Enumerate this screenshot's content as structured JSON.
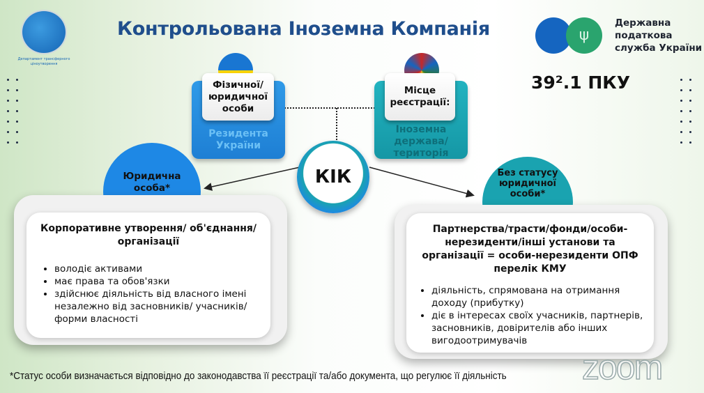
{
  "title": "Контрольована Іноземна Компанія",
  "left_logo_caption": "Департамент трансферного ціноутворення",
  "dps_logo": {
    "line1": "Державна",
    "line2": "податкова",
    "line3": "служба України",
    "emblem": "trident-icon"
  },
  "article": "39².1 ПКУ",
  "resident_box": {
    "card": "Фізичної/ юридичної особи",
    "sub": "Резидента України"
  },
  "registration_box": {
    "card": "Місце реєстрації:",
    "sub": "Іноземна держава/ територія"
  },
  "center": "КІК",
  "legal_entity": {
    "badge": "Юридична особа*",
    "heading": "Корпоративне утворення/ об'єднання/організації",
    "bullets": [
      "володіє активами",
      "має права та обов'язки",
      "здійснює діяльність від власного імені незалежно від засновників/ учасників/форми власності"
    ]
  },
  "no_status": {
    "badge": "Без статусу юридичної особи*",
    "heading": "Партнерства/трасти/фонди/особи-нерезиденти/інші установи та організації = особи-нерезиденти ОПФ перелік КМУ",
    "bullets": [
      "діяльність, спрямована на отримання доходу (прибутку)",
      "діє в інтересах своїх учасників, партнерів, засновників, довірителів або інших вигодоотримувачів"
    ]
  },
  "footnote": "*Статус особи визначається відповідно до законодавства її реєстрації та/або документа, що регулює її діяльність",
  "watermark": "zoom",
  "colors": {
    "title": "#1f4e8c",
    "blue": "#1e88e5",
    "teal": "#1aa3b0"
  }
}
